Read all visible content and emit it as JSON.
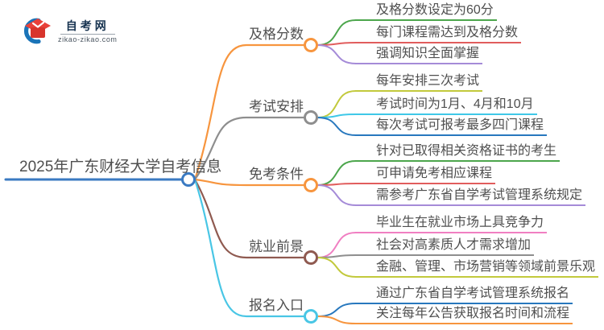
{
  "logo": {
    "title": "自考网",
    "domain": "zikao-zikao.com",
    "icon": "graduation-cap-icon",
    "colors": {
      "crescent": "#1b74b8",
      "cap": "#e8413a",
      "title": "#16324f"
    }
  },
  "root": {
    "label": "2025年广东财经大学自考信息",
    "color": "#3a7ac2"
  },
  "branches": [
    {
      "label": "及格分数",
      "color": "#f7953e",
      "children": [
        {
          "label": "及格分数设定为60分",
          "color": "#4ca64c"
        },
        {
          "label": "每门课程需达到及格分数",
          "color": "#e15d5d"
        },
        {
          "label": "强调知识全面掌握",
          "color": "#a58bd8"
        }
      ]
    },
    {
      "label": "考试安排",
      "color": "#8e8e8e",
      "children": [
        {
          "label": "每年安排三次考试",
          "color": "#c2c93c"
        },
        {
          "label": "考试时间为1月、4月和10月",
          "color": "#3fc8e8"
        },
        {
          "label": "每次考试可报考最多四门课程",
          "color": "#2878be"
        }
      ]
    },
    {
      "label": "免考条件",
      "color": "#f7953e",
      "children": [
        {
          "label": "针对已取得相关资格证书的考生",
          "color": "#4ca64c"
        },
        {
          "label": "可申请免考相应课程",
          "color": "#e15d5d"
        },
        {
          "label": "需参考广东省自学考试管理系统规定",
          "color": "#a58bd8"
        }
      ]
    },
    {
      "label": "就业前景",
      "color": "#8f5a50",
      "children": [
        {
          "label": "毕业生在就业市场上具竞争力",
          "color": "#f07fc2"
        },
        {
          "label": "社会对高素质人才需求增加",
          "color": "#8e8e8e"
        },
        {
          "label": "金融、管理、市场营销等领域前景乐观",
          "color": "#c2c93c"
        }
      ]
    },
    {
      "label": "报名入口",
      "color": "#49c6e5",
      "children": [
        {
          "label": "通过广东省自学考试管理系统报名",
          "color": "#2878be"
        },
        {
          "label": "关注每年公告获取报名时间和流程",
          "color": "#f7953e"
        }
      ]
    }
  ]
}
